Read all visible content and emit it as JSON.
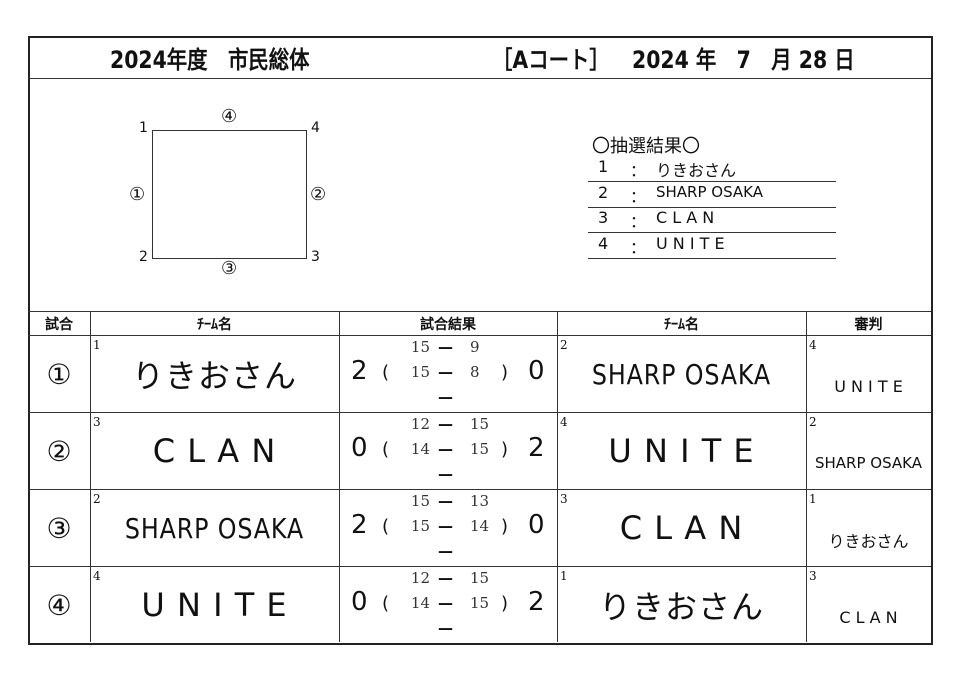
{
  "header": {
    "title": "2024年度　市民総体",
    "court": "［Aコート］",
    "date": "2024 年　7　月 28 日"
  },
  "diagram": {
    "corners": [
      "1",
      "4",
      "3",
      "2"
    ],
    "sides": [
      "④",
      "②",
      "③",
      "①"
    ]
  },
  "lottery": {
    "title": "〇抽選結果〇",
    "entries": [
      {
        "no": "1",
        "sep": "：",
        "team": "りきおさん"
      },
      {
        "no": "2",
        "sep": "：",
        "team": "SHARP OSAKA"
      },
      {
        "no": "3",
        "sep": "：",
        "team": "C L A N"
      },
      {
        "no": "4",
        "sep": "：",
        "team": "U N I T E"
      }
    ]
  },
  "table": {
    "headers": [
      "試合",
      "ﾁｰﾑ名",
      "試合結果",
      "ﾁｰﾑ名",
      "審判"
    ],
    "rows": [
      {
        "match": "①",
        "seed1": "1",
        "team1": "りきおさん",
        "sets1": "2",
        "sets2": "0",
        "games": [
          [
            "15",
            "9"
          ],
          [
            "15",
            "8"
          ],
          [
            "",
            ""
          ]
        ],
        "seed2": "2",
        "team2": "SHARP OSAKA",
        "ref_seed": "4",
        "referee": "U N I T E"
      },
      {
        "match": "②",
        "seed1": "3",
        "team1": "C L A N",
        "sets1": "0",
        "sets2": "2",
        "games": [
          [
            "12",
            "15"
          ],
          [
            "14",
            "15"
          ],
          [
            "",
            ""
          ]
        ],
        "seed2": "4",
        "team2": "U N I T E",
        "ref_seed": "2",
        "referee": "SHARP OSAKA"
      },
      {
        "match": "③",
        "seed1": "2",
        "team1": "SHARP OSAKA",
        "sets1": "2",
        "sets2": "0",
        "games": [
          [
            "15",
            "13"
          ],
          [
            "15",
            "14"
          ],
          [
            "",
            ""
          ]
        ],
        "seed2": "3",
        "team2": "C L A N",
        "ref_seed": "1",
        "referee": "りきおさん"
      },
      {
        "match": "④",
        "seed1": "4",
        "team1": "U N I T E",
        "sets1": "0",
        "sets2": "2",
        "games": [
          [
            "12",
            "15"
          ],
          [
            "14",
            "15"
          ],
          [
            "",
            ""
          ]
        ],
        "seed2": "1",
        "team2": "りきおさん",
        "ref_seed": "3",
        "referee": "C L A N"
      }
    ],
    "paren_open": "(",
    "paren_close": ")",
    "dash": "—"
  }
}
